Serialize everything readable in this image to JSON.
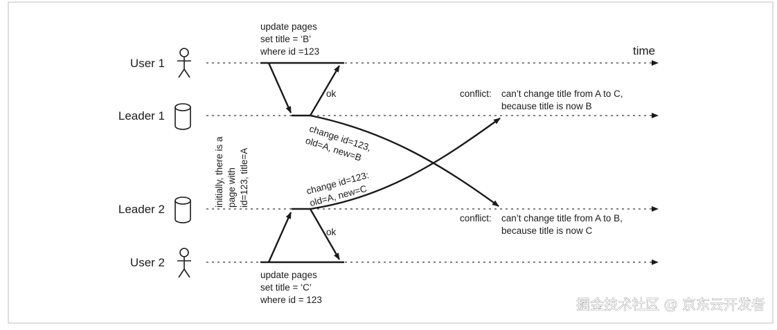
{
  "lanes": {
    "user1": "User 1",
    "leader1": "Leader 1",
    "leader2": "Leader 2",
    "user2": "User 2"
  },
  "time_label": "time",
  "user1_request": [
    "update pages",
    "set title = ‘B’",
    "where id =123"
  ],
  "user2_request": [
    "update pages",
    "set title = ‘C’",
    "where id = 123"
  ],
  "ack_top": "ok",
  "ack_bottom": "ok",
  "replication_1": [
    "change id=123,",
    "old=A, new=B"
  ],
  "replication_2": [
    "change id=123:",
    "old=A, new=C"
  ],
  "initial_state": [
    "initially, there is a",
    "page with",
    "id=123, title=A"
  ],
  "conflict_top": {
    "prefix": "conflict:",
    "lines": [
      "can’t change title from A to C,",
      "because title is now B"
    ]
  },
  "conflict_bottom": {
    "prefix": "conflict:",
    "lines": [
      "can’t change title from A to B,",
      "because title is now C"
    ]
  },
  "watermark": "掘金技术社区 @ 京东云开发者",
  "colors": {
    "line": "#1a1a1a",
    "dotted": "#666666",
    "border": "#bdbdbd"
  }
}
